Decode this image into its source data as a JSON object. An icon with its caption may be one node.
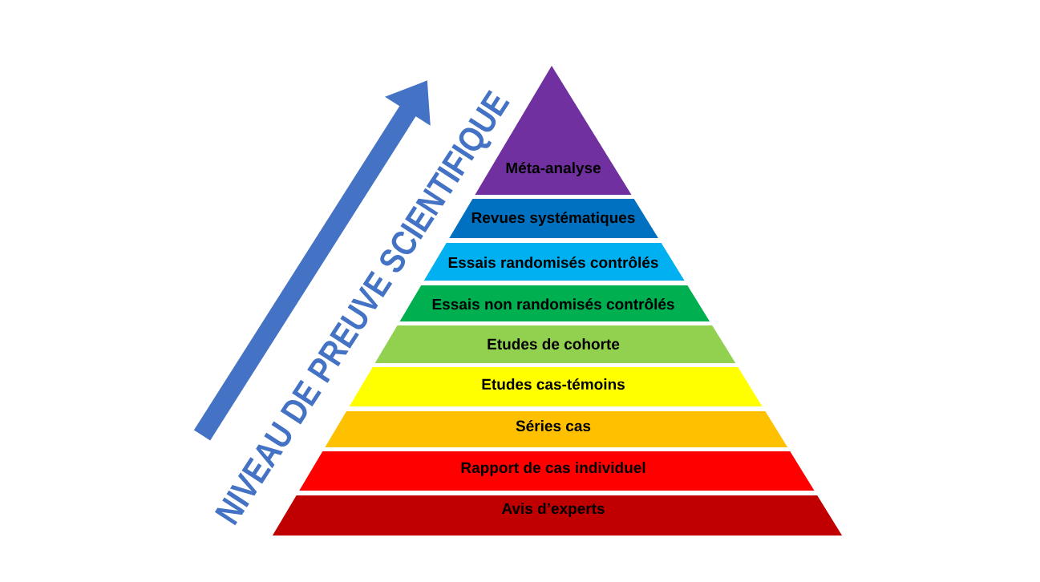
{
  "diagram": {
    "nodes": [
      {
        "text": [
          "Méta-analyse"
        ]
      },
      {
        "text": [
          "Revues systématiques"
        ]
      },
      {
        "text": [
          "Essais randomisés contrôlés"
        ]
      },
      {
        "text": [
          "Essais non randomisés contrôlés"
        ]
      },
      {
        "text": [
          "Etudes de cohorte"
        ]
      },
      {
        "text": [
          "Etudes cas-témoins"
        ]
      },
      {
        "text": [
          "Séries cas"
        ]
      },
      {
        "text": [
          "Rapport de cas individuel"
        ]
      },
      {
        "text": [
          "Avis d’experts"
        ]
      }
    ],
    "labels": [
      "NIVEAU DE PREUVE SCIENTIFIQUE"
    ]
  }
}
